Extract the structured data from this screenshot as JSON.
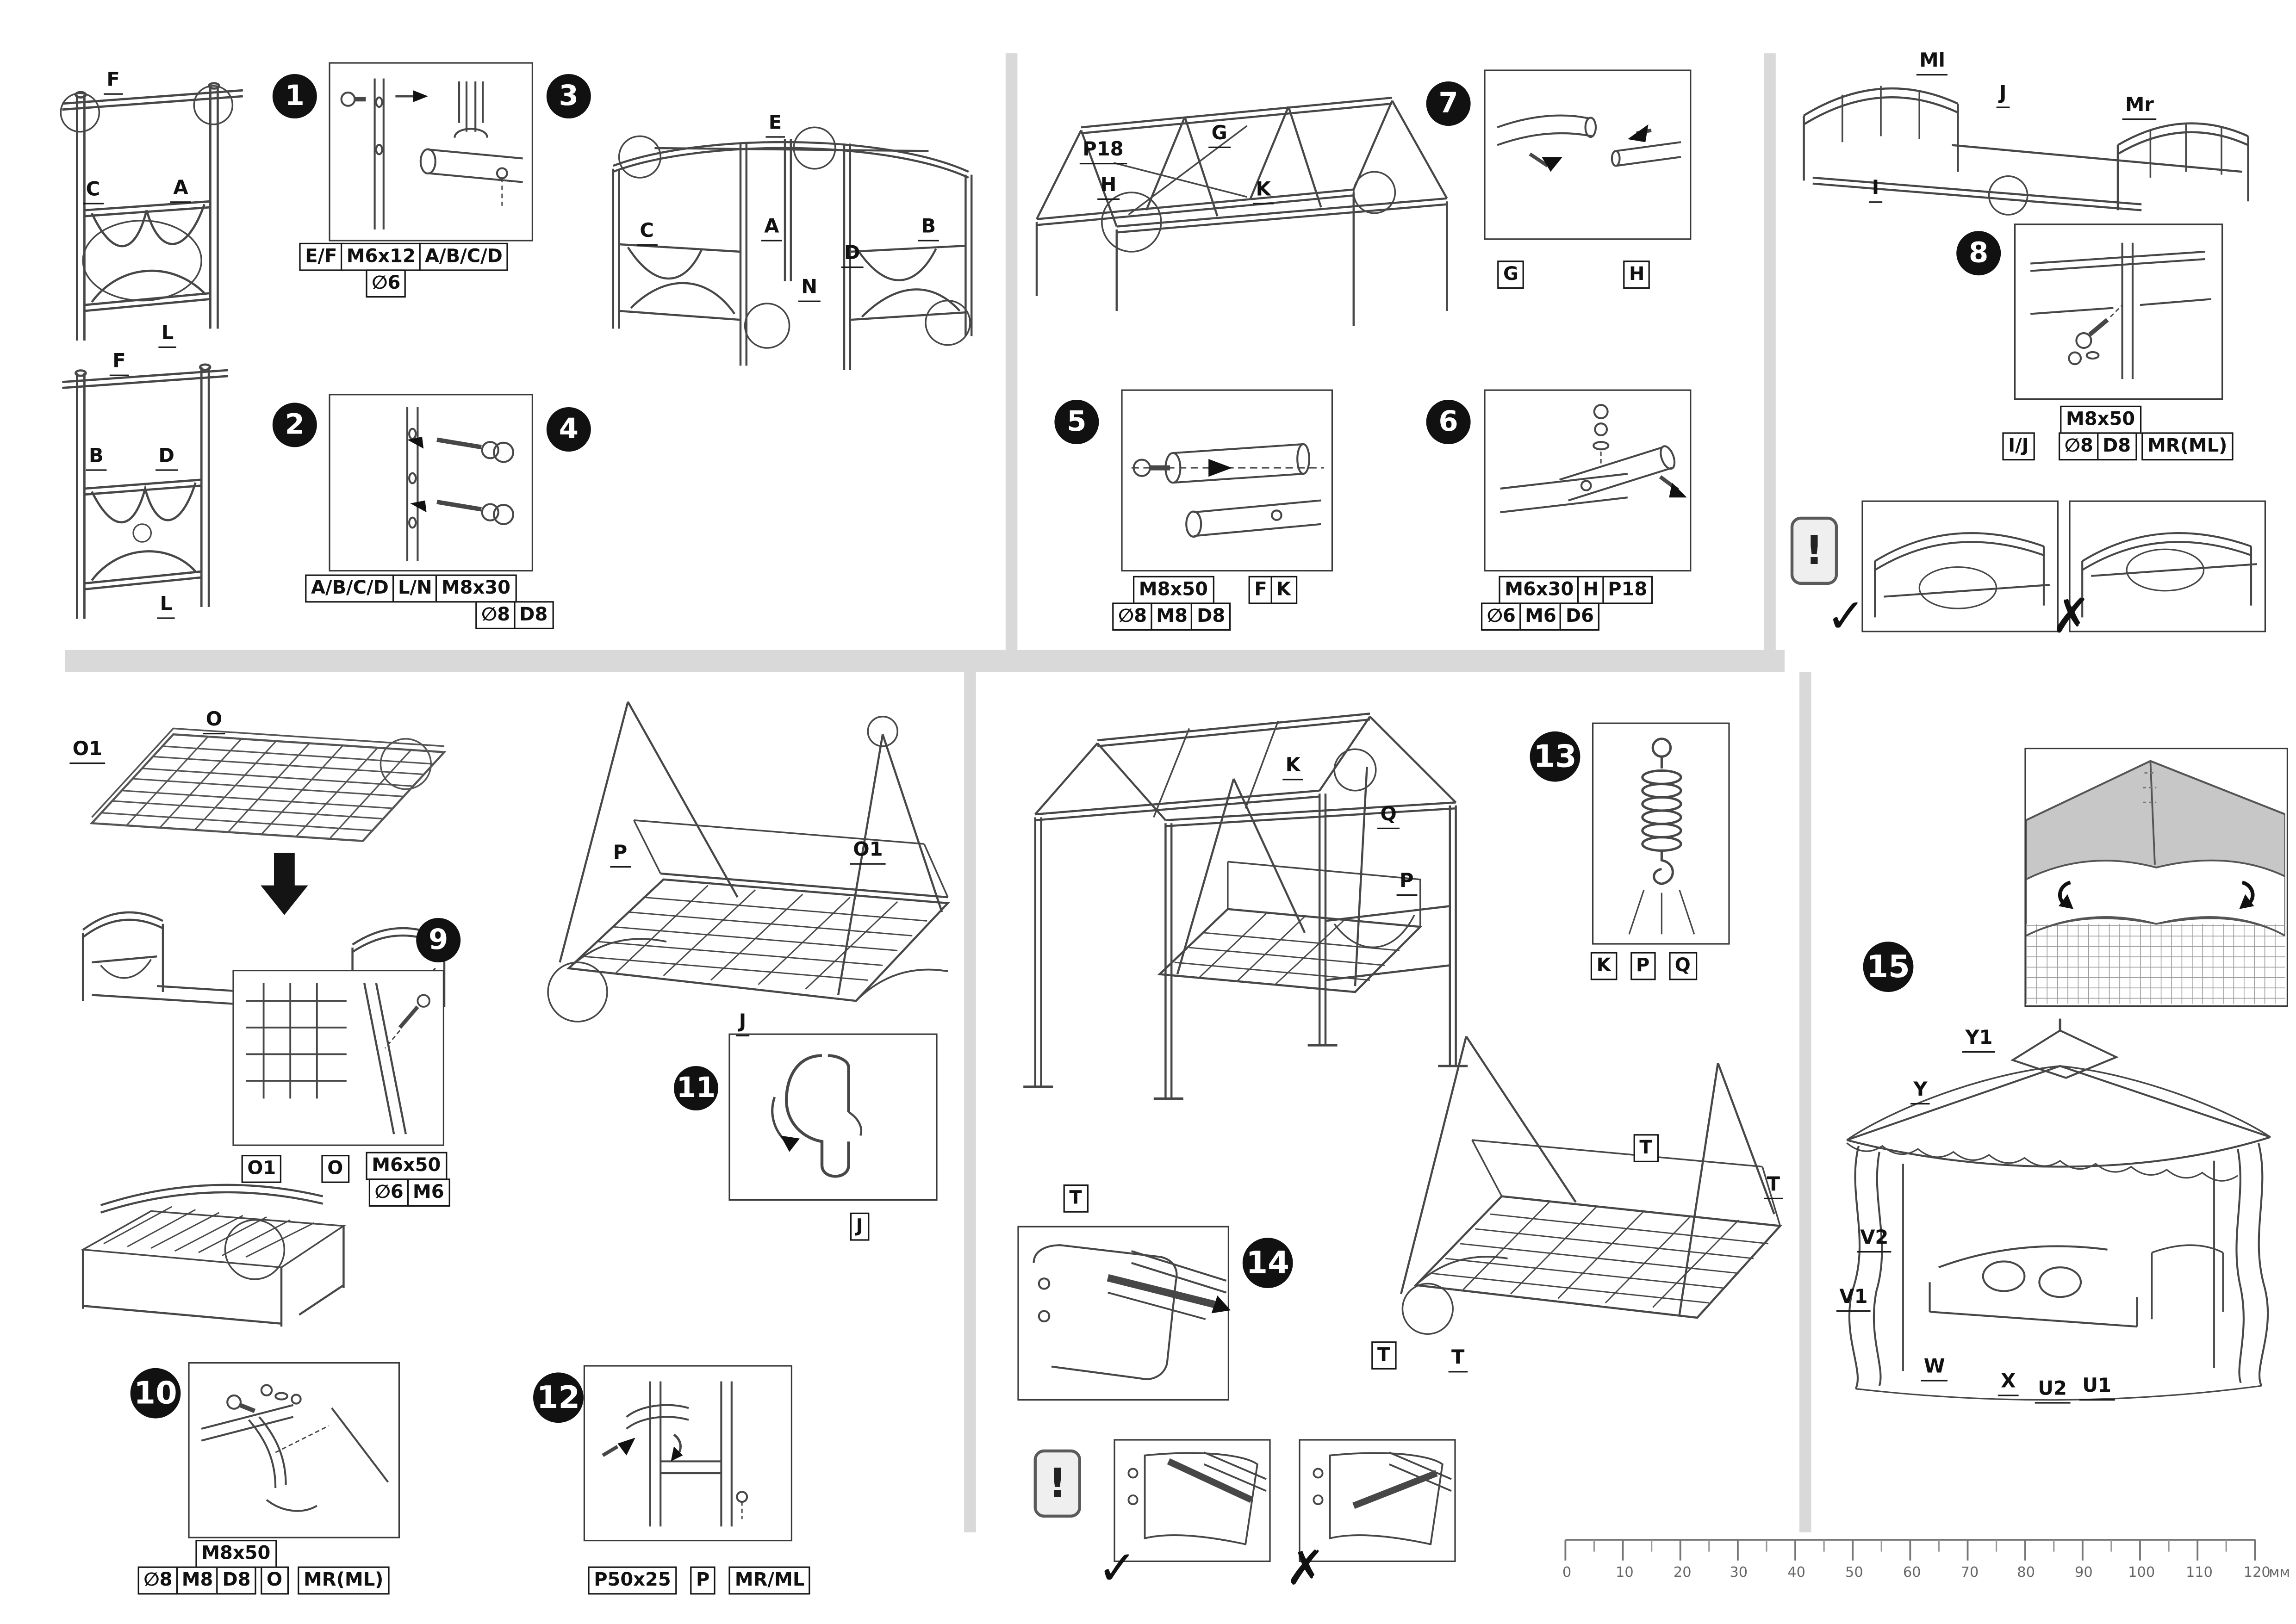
{
  "colors": {
    "divider": "#d9d9d9",
    "line": "#474747",
    "badge_bg": "#111111",
    "badge_fg": "#ffffff",
    "canopy_gray": "#c7c7c7"
  },
  "steps": [
    "1",
    "2",
    "3",
    "4",
    "5",
    "6",
    "7",
    "8",
    "9",
    "10",
    "11",
    "12",
    "13",
    "14",
    "15"
  ],
  "marks": {
    "warning": "!",
    "check": "✓",
    "cross": "✗"
  },
  "tl": {
    "d1": [
      "F",
      "C",
      "A",
      "L"
    ],
    "d2": [
      "F",
      "B",
      "D",
      "L"
    ],
    "d3": [
      "E",
      "C",
      "A",
      "D",
      "B",
      "N"
    ],
    "box1r1": [
      "E/F",
      "M6x12",
      "A/B/C/D"
    ],
    "box1r2": [
      "∅6"
    ],
    "box2r1": [
      "A/B/C/D",
      "L/N",
      "M8x30"
    ],
    "box2r2": [
      "∅8",
      "D8"
    ]
  },
  "tm": {
    "d57": [
      "P18",
      "H",
      "G",
      "K"
    ],
    "box7": [
      "G",
      "H"
    ],
    "box5r1": [
      "M8x50",
      "F",
      "K"
    ],
    "box5r2": [
      "∅8",
      "M8",
      "D8"
    ],
    "box6r1": [
      "M6x30",
      "H",
      "P18"
    ],
    "box6r2": [
      "∅6",
      "M6",
      "D6"
    ]
  },
  "tr": {
    "d8": [
      "Ml",
      "J",
      "Mr",
      "I"
    ],
    "box8r1": [
      "M8x50"
    ],
    "box8r2": [
      "I/J",
      "∅8",
      "D8",
      "MR(ML)"
    ]
  },
  "bl": {
    "d9": [
      "O",
      "O1"
    ],
    "box9r1": [
      "O1",
      "O",
      "M6x50"
    ],
    "box9r2": [
      "∅6",
      "M6"
    ],
    "box10r1": [
      "M8x50"
    ],
    "box10r2": [
      "∅8",
      "M8",
      "D8",
      "O",
      "MR(ML)"
    ]
  },
  "bm1": {
    "d11": [
      "P",
      "O1",
      "J"
    ],
    "box11": [
      "J"
    ],
    "box12": [
      "P50x25",
      "P",
      "MR/ML"
    ]
  },
  "bm2": {
    "d13": [
      "K",
      "Q",
      "P"
    ],
    "box13": [
      "K",
      "P",
      "Q"
    ],
    "d14": [
      "T",
      "T",
      "T",
      "T"
    ],
    "boxT": [
      "T"
    ]
  },
  "br": {
    "d15": [
      "Y1",
      "Y",
      "V2",
      "V1",
      "W",
      "X",
      "U2",
      "U1"
    ]
  },
  "ruler": {
    "ticks": [
      "0",
      "10",
      "20",
      "30",
      "40",
      "50",
      "60",
      "70",
      "80",
      "90",
      "100",
      "110",
      "120"
    ],
    "unit": "мм"
  }
}
